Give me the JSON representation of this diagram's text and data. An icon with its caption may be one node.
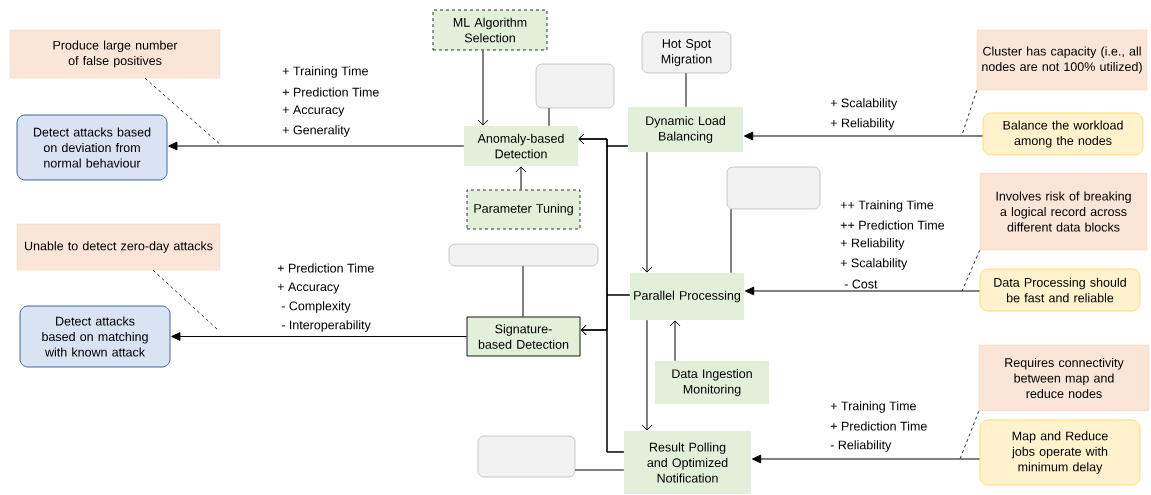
{
  "diagram": {
    "nodes": [
      {
        "text": [
          "Produce large number of false positives"
        ]
      },
      {
        "text": [
          "Detect attacks based on deviation from normal behaviour"
        ]
      },
      {
        "text": [
          "Unable to detect zero-day attacks"
        ]
      },
      {
        "text": [
          "Detect attacks based on matching with known attack"
        ]
      },
      {
        "text": [
          "ML Algorithm Selection"
        ]
      },
      {
        "text": [],
        "shape": "box"
      },
      {
        "text": [
          "Anomaly-based Detection"
        ]
      },
      {
        "text": [
          "Parameter Tuning"
        ]
      },
      {
        "text": [
          "Hot Spot Migration"
        ]
      },
      {
        "text": [
          "Dynamic Load Balancing"
        ]
      },
      {
        "text": [],
        "shape": "box"
      },
      {
        "text": [],
        "shape": "box"
      },
      {
        "text": [
          "Signature-based Detection"
        ]
      },
      {
        "text": [
          "Parallel Processing"
        ]
      },
      {
        "text": [
          "Data Ingestion Monitoring"
        ]
      },
      {
        "text": [],
        "shape": "box"
      },
      {
        "text": [
          "Result Polling and Optimized Notification"
        ]
      },
      {
        "text": [
          "Cluster has capacity (i.e., all nodes are not 100% utilized)"
        ]
      },
      {
        "text": [
          "Balance the workload among the nodes"
        ]
      },
      {
        "text": [
          "Involves risk of breaking a logical record across different data blocks"
        ]
      },
      {
        "text": [
          "Data Processing should be fast and reliable"
        ]
      },
      {
        "text": [
          "Requires connectivity between map and reduce nodes"
        ]
      },
      {
        "text": [
          "Map and Reduce jobs operate with minimum delay"
        ]
      }
    ],
    "edges": [
      {
        "from": 6,
        "to": 1,
        "arrow": "to"
      },
      {
        "from": 12,
        "to": 3,
        "arrow": "to"
      },
      {
        "from": 4,
        "to": 6,
        "arrow": "to"
      },
      {
        "from": 7,
        "to": 6,
        "arrow": "to"
      },
      {
        "from": 5,
        "to": 6,
        "arrow": "none"
      },
      {
        "from": 9,
        "to": 6,
        "arrow": "to"
      },
      {
        "from": 9,
        "to": 12,
        "arrow": "to"
      },
      {
        "from": 13,
        "to": 6,
        "arrow": "to"
      },
      {
        "from": 13,
        "to": 12,
        "arrow": "to"
      },
      {
        "from": 16,
        "to": 6,
        "arrow": "to"
      },
      {
        "from": 16,
        "to": 12,
        "arrow": "to"
      },
      {
        "from": 9,
        "to": 13,
        "arrow": "to"
      },
      {
        "from": 13,
        "to": 16,
        "arrow": "to"
      },
      {
        "from": 14,
        "to": 13,
        "arrow": "to"
      },
      {
        "from": 8,
        "to": 9,
        "arrow": "none"
      },
      {
        "from": 10,
        "to": 13,
        "arrow": "none"
      },
      {
        "from": 11,
        "to": 12,
        "arrow": "none"
      },
      {
        "from": 15,
        "to": 16,
        "arrow": "none"
      },
      {
        "from": 18,
        "to": 9,
        "arrow": "to"
      },
      {
        "from": 20,
        "to": 13,
        "arrow": "to"
      },
      {
        "from": 22,
        "to": 16,
        "arrow": "to"
      },
      {
        "from": 0,
        "to": null,
        "arrow": "none",
        "style": "dashed"
      },
      {
        "from": 2,
        "to": null,
        "arrow": "none",
        "style": "dashed"
      },
      {
        "from": 17,
        "to": null,
        "arrow": "none",
        "style": "dashed"
      },
      {
        "from": 19,
        "to": null,
        "arrow": "none",
        "style": "dashed"
      },
      {
        "from": 21,
        "to": null,
        "arrow": "none",
        "style": "dashed"
      }
    ],
    "labels": [
      "+ Training Time",
      "+ Prediction Time",
      "+ Accuracy",
      "+ Generality",
      "+ Scalability",
      "+ Reliability",
      "++ Training Time",
      "++ Prediction Time",
      "+ Reliability",
      "+ Scalability",
      "- Cost",
      "+ Prediction Time",
      "+ Accuracy",
      "- Complexity",
      "- Interoperability",
      "+ Training Time",
      "+ Prediction Time",
      "-  Reliability"
    ]
  }
}
